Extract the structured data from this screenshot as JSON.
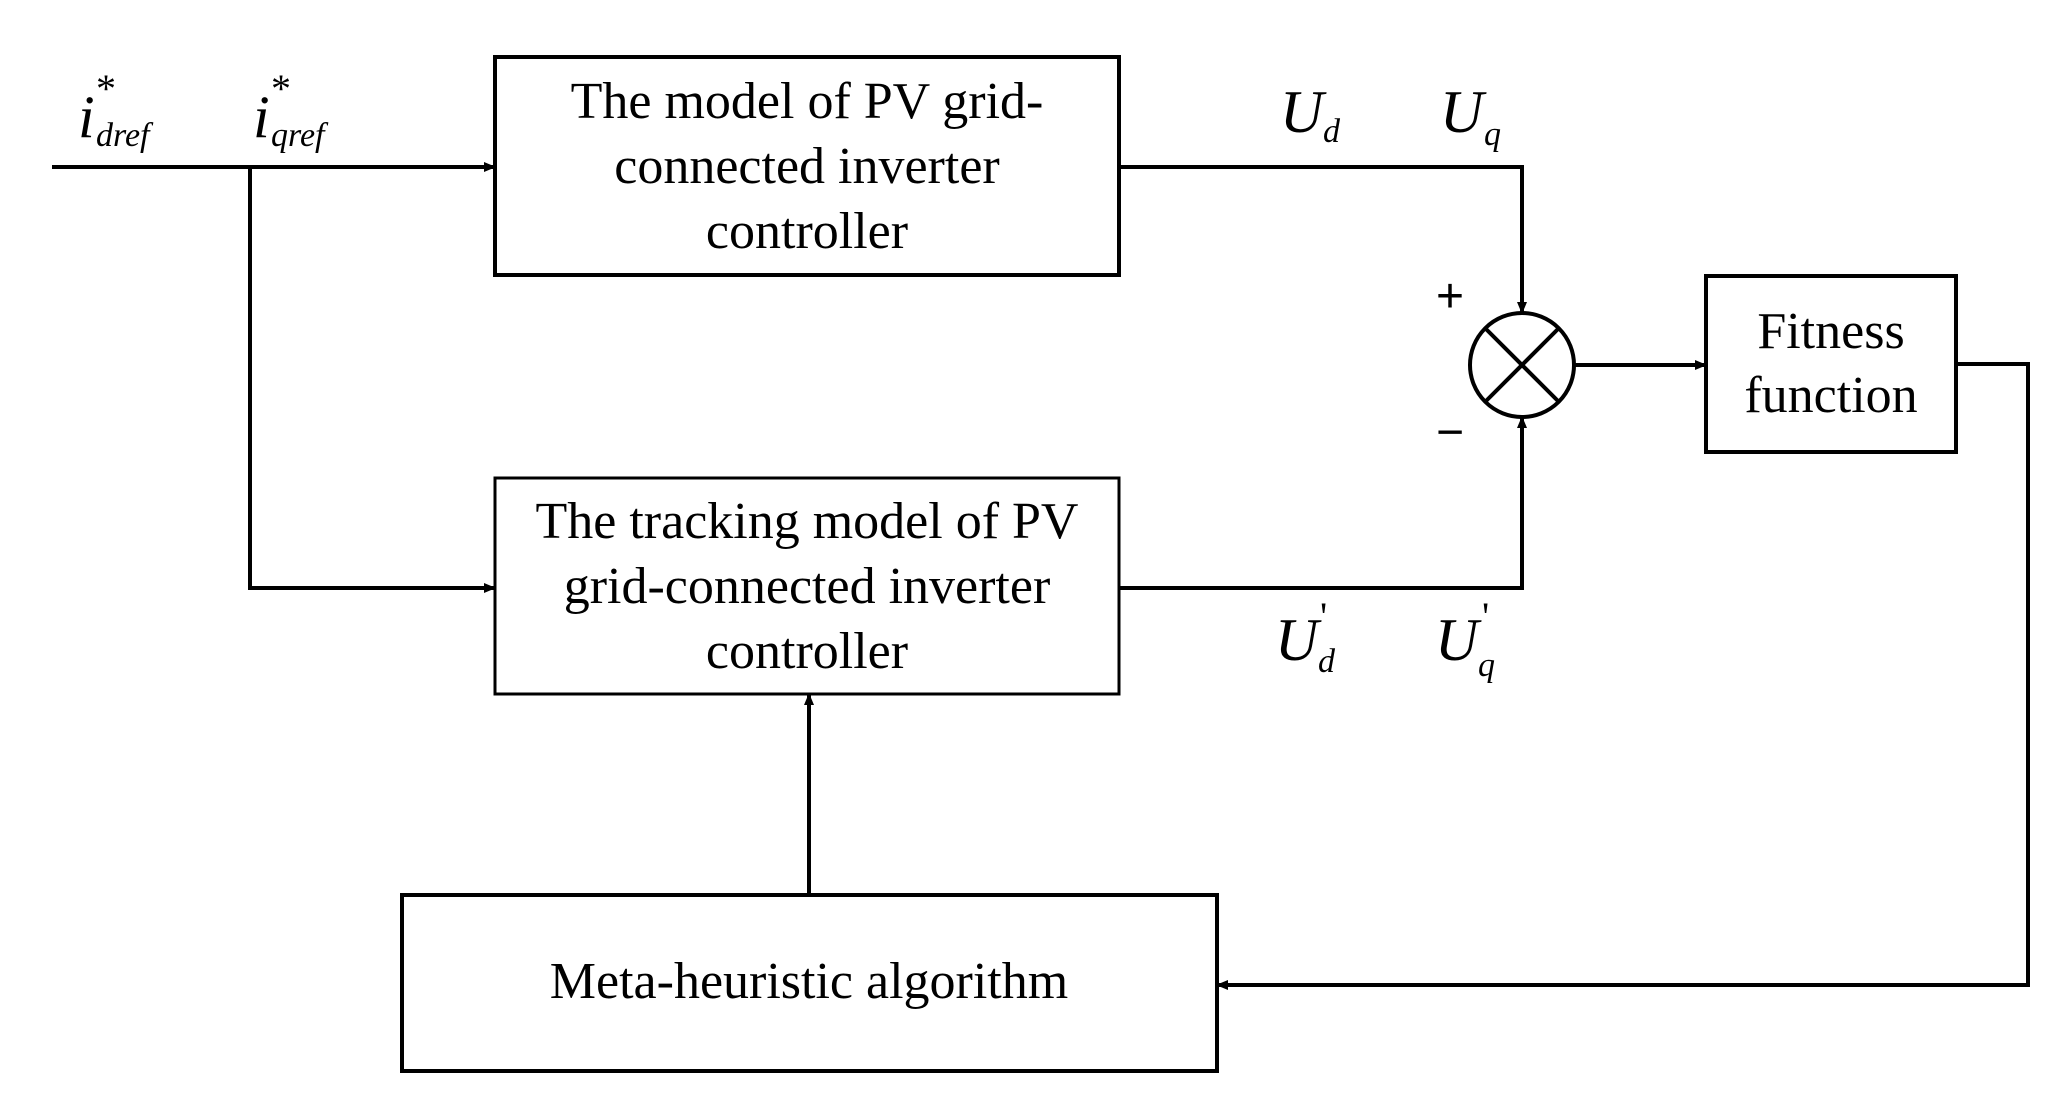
{
  "inputs": {
    "id_ref": {
      "main": "i",
      "sub": "dref",
      "sup": "*"
    },
    "iq_ref": {
      "main": "i",
      "sub": "qref",
      "sup": "*"
    }
  },
  "blocks": {
    "pv_model": {
      "lines": [
        "The model of PV grid-",
        "connected inverter",
        "controller"
      ]
    },
    "tracking_model": {
      "lines": [
        "The tracking model of PV",
        "grid-connected inverter",
        "controller"
      ]
    },
    "fitness": {
      "lines": [
        "Fitness",
        "function"
      ]
    },
    "metaheuristic": {
      "lines": [
        "Meta-heuristic algorithm"
      ]
    }
  },
  "signals": {
    "ud": {
      "main": "U",
      "sub": "d"
    },
    "uq": {
      "main": "U",
      "sub": "q"
    },
    "ud_prime": {
      "main": "U",
      "sub": "d",
      "sup": "'"
    },
    "uq_prime": {
      "main": "U",
      "sub": "q",
      "sup": "'"
    }
  },
  "junction": {
    "plus": "+",
    "minus": "−"
  }
}
